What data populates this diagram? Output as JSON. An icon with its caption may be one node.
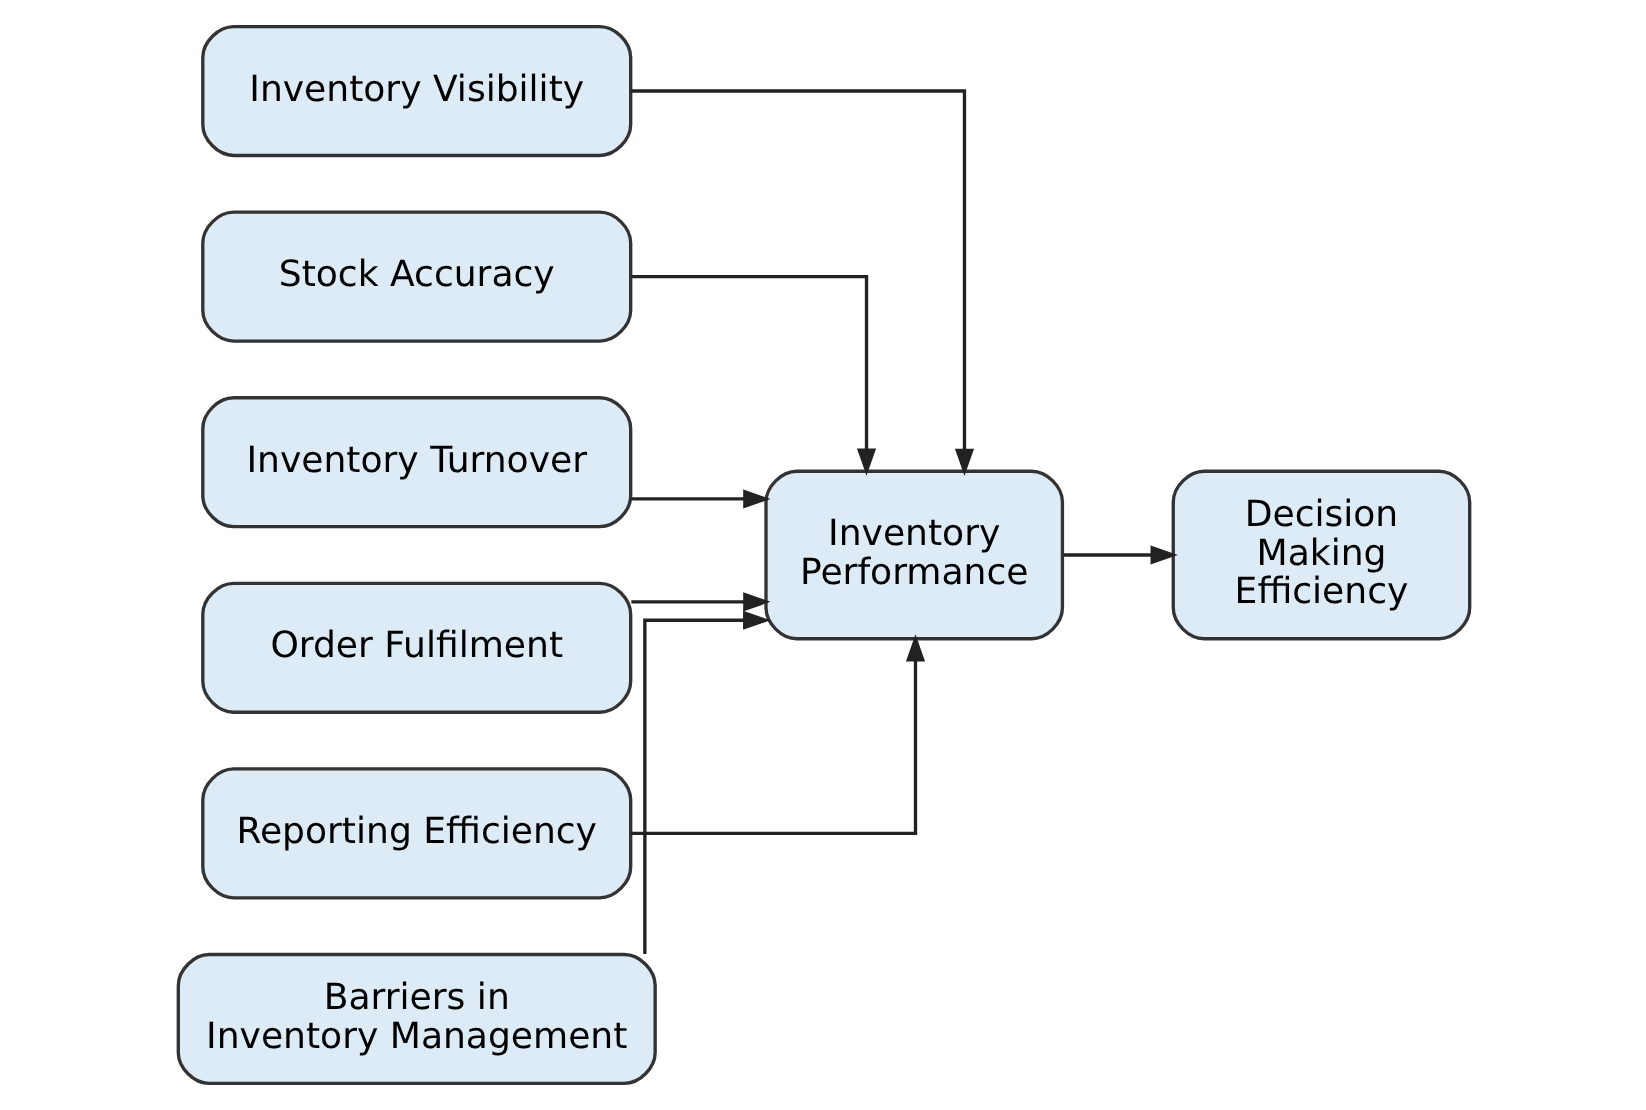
{
  "diagram": {
    "nodes": [
      {
        "text": [
          "Inventory Visibility"
        ]
      },
      {
        "text": [
          "Stock Accuracy"
        ]
      },
      {
        "text": [
          "Inventory Turnover"
        ]
      },
      {
        "text": [
          "Order Fulfilment"
        ]
      },
      {
        "text": [
          "Reporting Efficiency"
        ]
      },
      {
        "text": [
          "Barriers in Inventory Management"
        ]
      },
      {
        "text": [
          "Inventory Performance"
        ]
      },
      {
        "text": [
          "Decision Making Efficiency"
        ]
      }
    ],
    "edges": [
      {
        "from": 0,
        "to": 6,
        "arrow": "to"
      },
      {
        "from": 1,
        "to": 6,
        "arrow": "to"
      },
      {
        "from": 2,
        "to": 6,
        "arrow": "to"
      },
      {
        "from": 3,
        "to": 6,
        "arrow": "to"
      },
      {
        "from": 4,
        "to": 6,
        "arrow": "to"
      },
      {
        "from": 5,
        "to": 6,
        "arrow": "to"
      },
      {
        "from": 6,
        "to": 7,
        "arrow": "to"
      }
    ]
  }
}
